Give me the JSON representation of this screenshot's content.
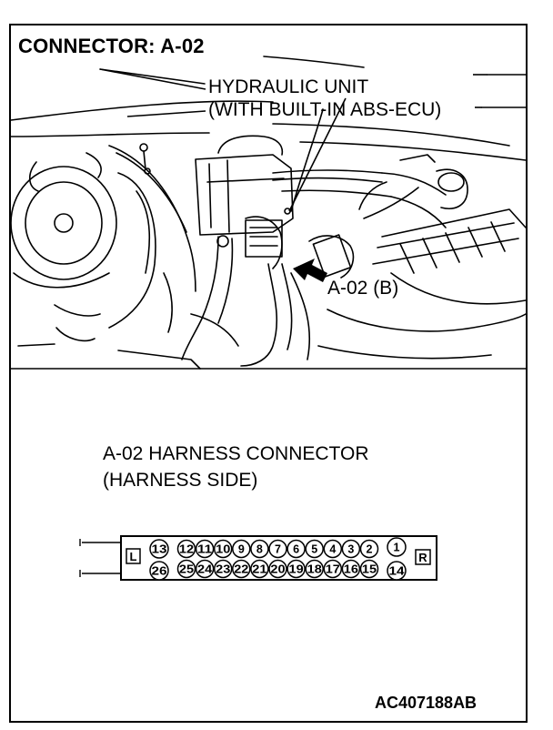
{
  "title": "CONNECTOR: A-02",
  "callouts": {
    "hydraulic_line1": "HYDRAULIC UNIT",
    "hydraulic_line2": "(WITH BUILT-IN ABS-ECU)",
    "connector_label": "A-02 (B)"
  },
  "harness": {
    "line1": "A-02 HARNESS CONNECTOR",
    "line2": "(HARNESS SIDE)",
    "left_marker": "L",
    "right_marker": "R",
    "top_pins": [
      "13",
      "12",
      "11",
      "10",
      "9",
      "8",
      "7",
      "6",
      "5",
      "4",
      "3",
      "2",
      "1"
    ],
    "bottom_pins": [
      "26",
      "25",
      "24",
      "23",
      "22",
      "21",
      "20",
      "19",
      "18",
      "17",
      "16",
      "15",
      "14"
    ]
  },
  "figure_code": "AC407188AB"
}
